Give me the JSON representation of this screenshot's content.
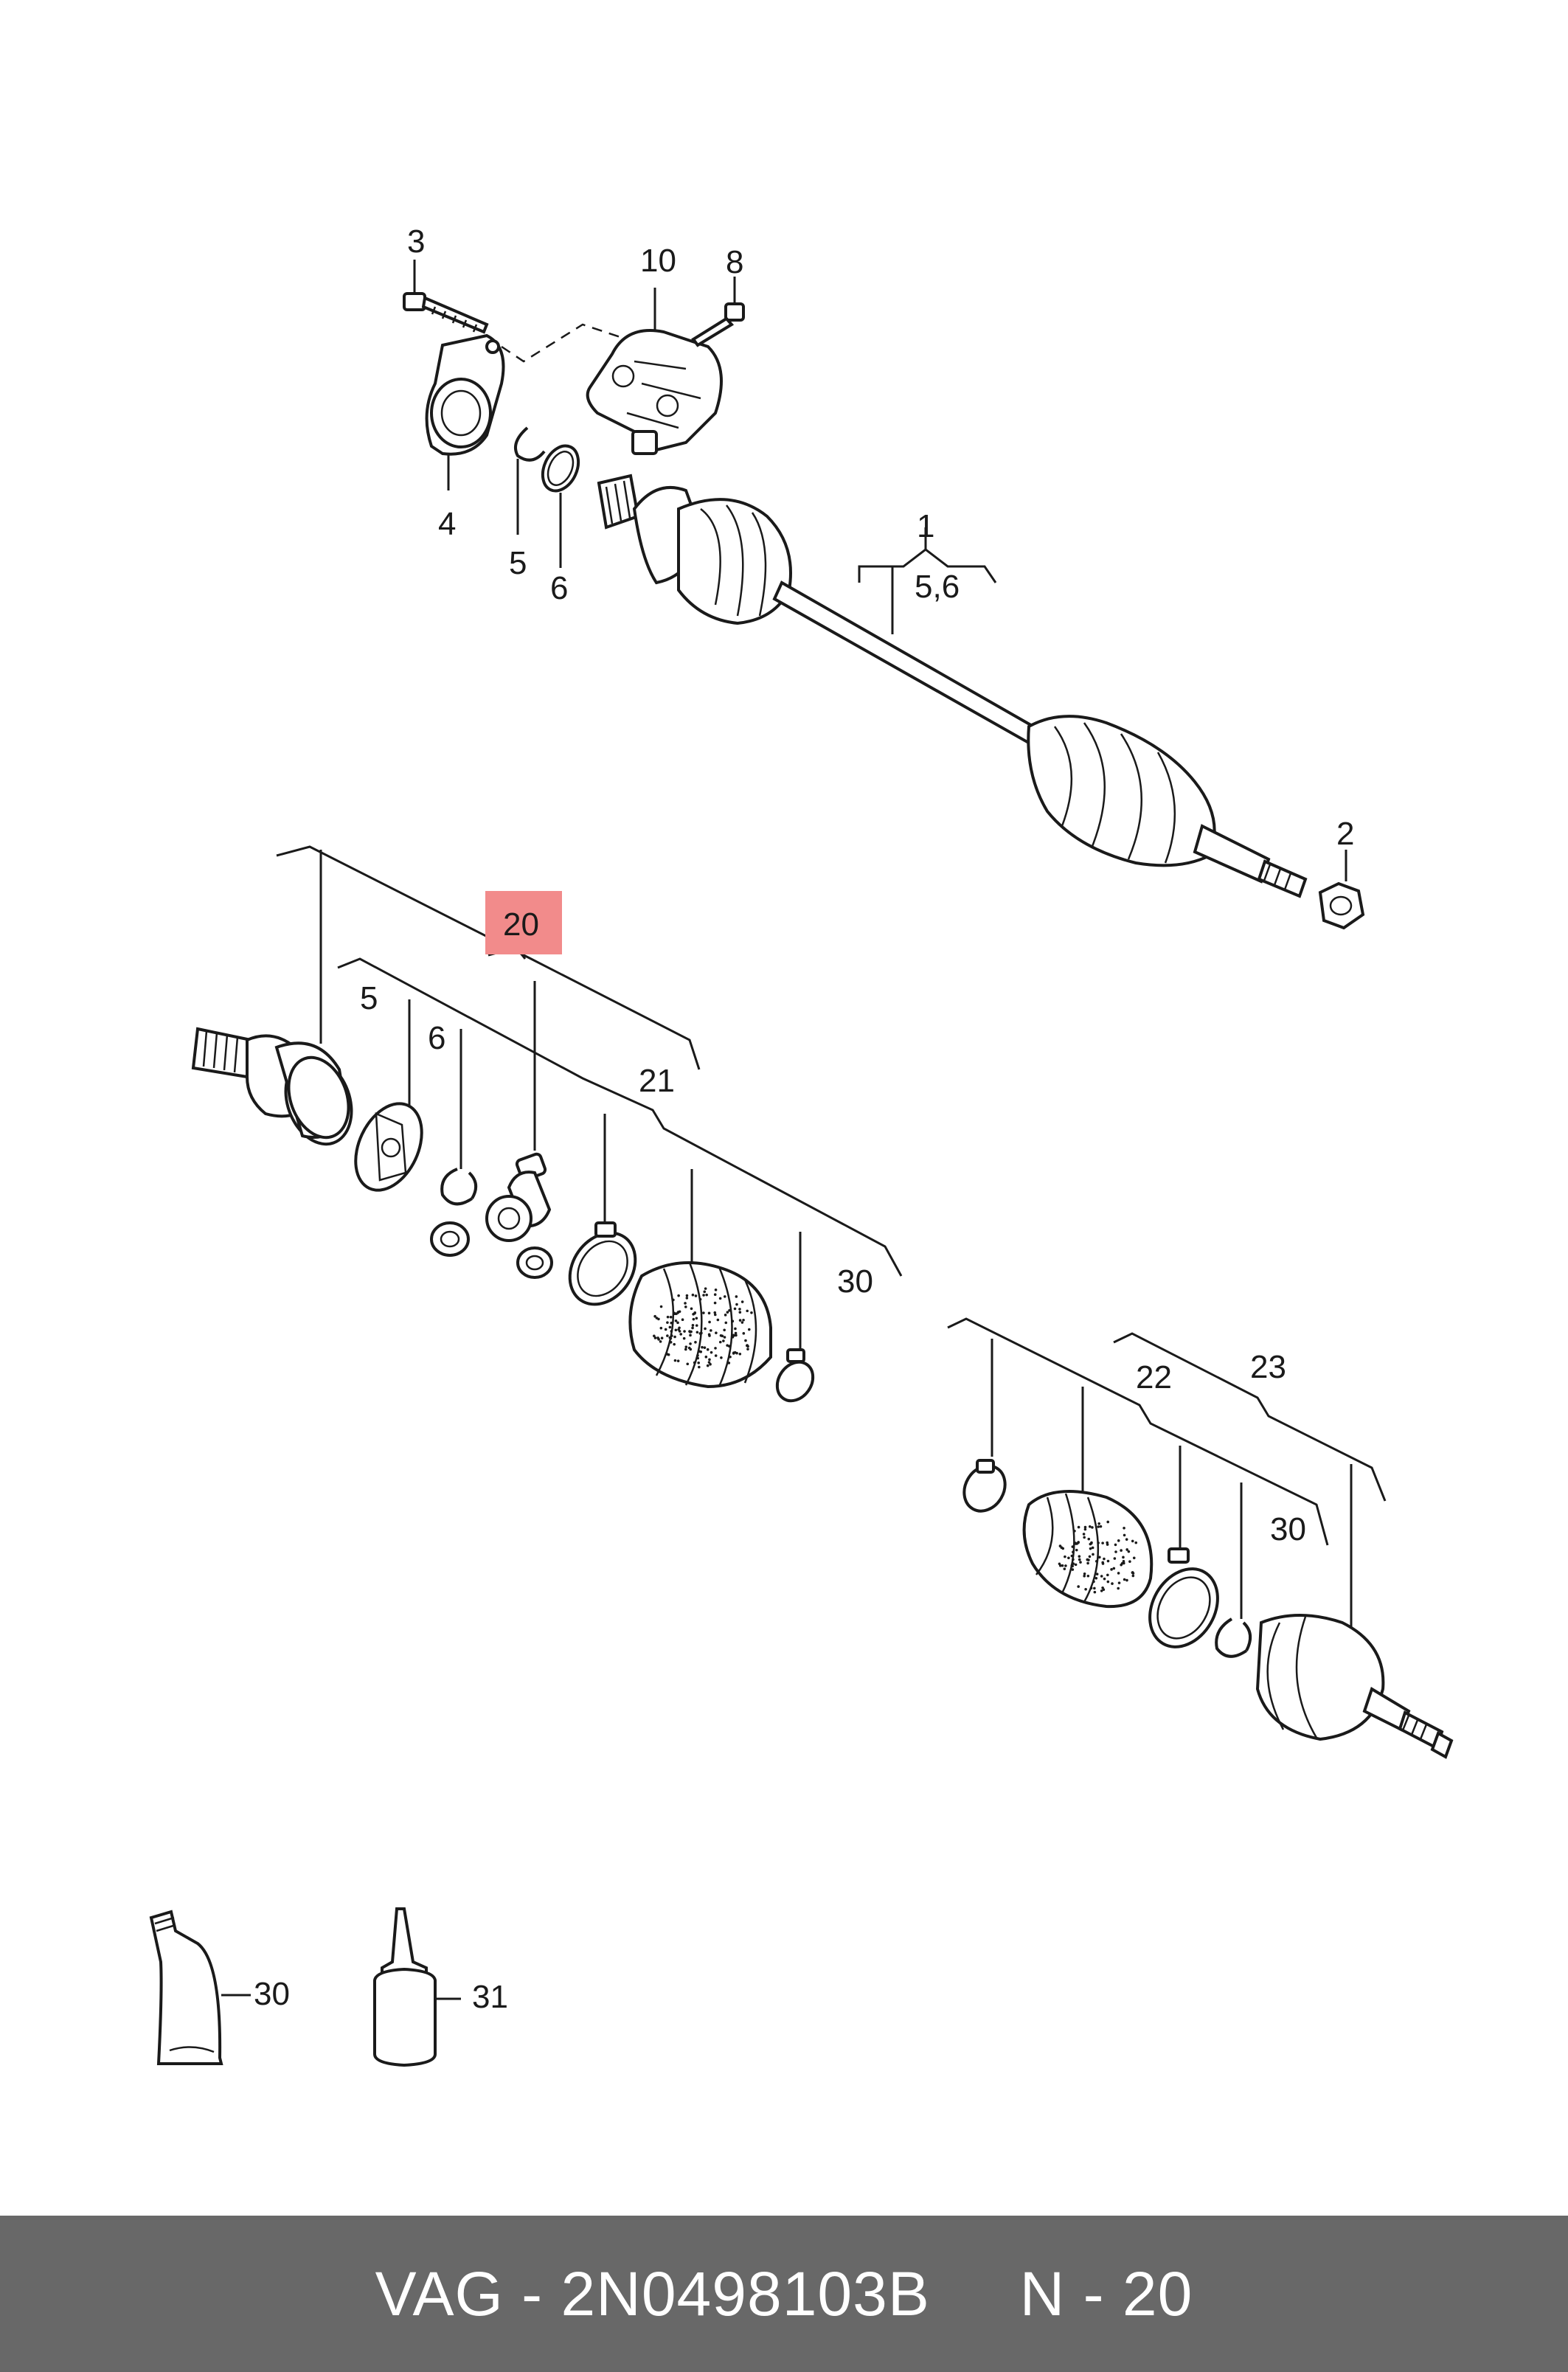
{
  "labels": {
    "l1": "1",
    "l2": "2",
    "l3": "3",
    "l4": "4",
    "l5": "5",
    "l6": "6",
    "l56": "5,6",
    "l8": "8",
    "l10": "10",
    "l20": "20",
    "l21": "21",
    "l5b": "5",
    "l6b": "6",
    "l30a": "30",
    "l22": "22",
    "l23": "23",
    "l30b": "30",
    "l30c": "30",
    "l31": "31"
  },
  "highlight_color": "#f28b8b",
  "footer": {
    "text": "VAG - 2N0498103B     N - 20"
  }
}
